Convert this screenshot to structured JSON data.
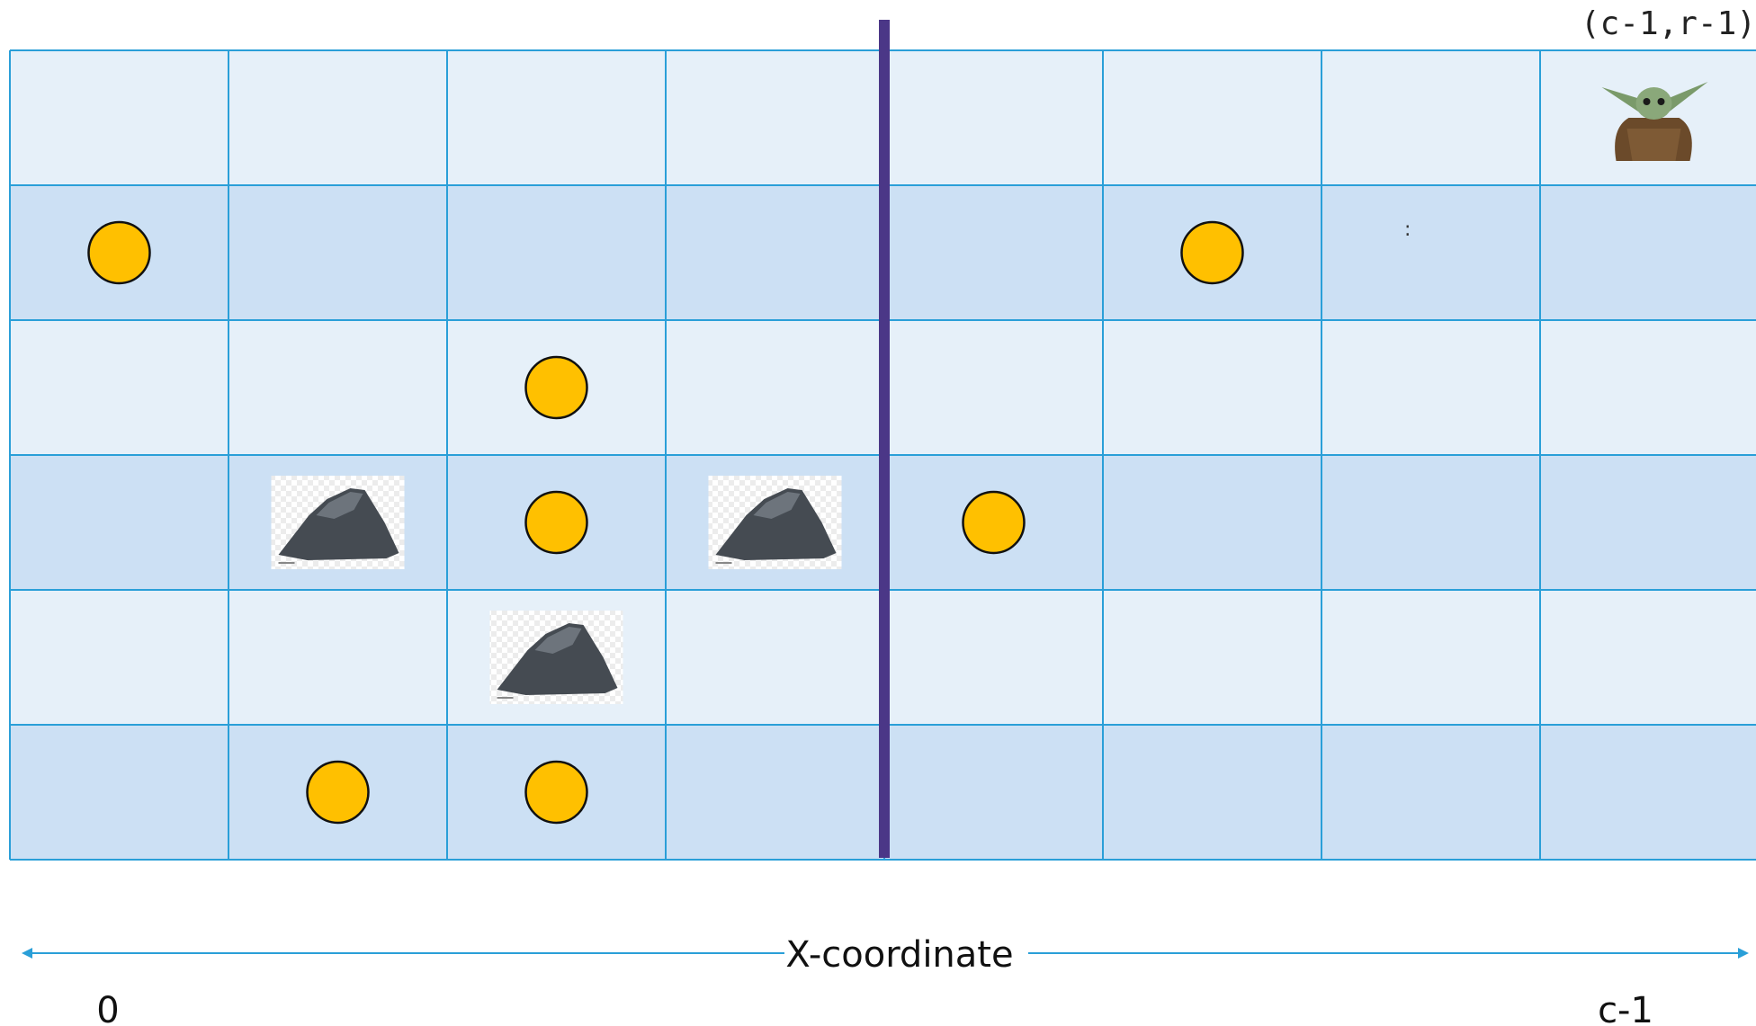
{
  "grid": {
    "columns": 8,
    "rows": 6,
    "colors": {
      "row_light": "#e6f0f9",
      "row_dark": "#cce0f4",
      "line": "#2a9fd8",
      "divider": "#4b3787",
      "coin_fill": "#ffc000",
      "coin_stroke": "#111111",
      "rock_dark": "#454b52",
      "rock_light": "#6d747c",
      "axis": "#2a9fd8"
    },
    "divider_after_column": 4
  },
  "coins": [
    {
      "col": 0,
      "row": 1
    },
    {
      "col": 5,
      "row": 1
    },
    {
      "col": 2,
      "row": 2
    },
    {
      "col": 2,
      "row": 3
    },
    {
      "col": 4,
      "row": 3
    },
    {
      "col": 1,
      "row": 5
    },
    {
      "col": 2,
      "row": 5
    }
  ],
  "rocks": [
    {
      "col": 1,
      "row": 3
    },
    {
      "col": 3,
      "row": 3
    },
    {
      "col": 2,
      "row": 4
    }
  ],
  "character": {
    "col": 7,
    "row": 0,
    "icon": "baby-yoda-icon"
  },
  "labels": {
    "corner": "(c-1,r-1)",
    "axis_title": "X-coordinate",
    "tick_start": "0",
    "tick_end": "c-1",
    "stray_mark": ":"
  }
}
